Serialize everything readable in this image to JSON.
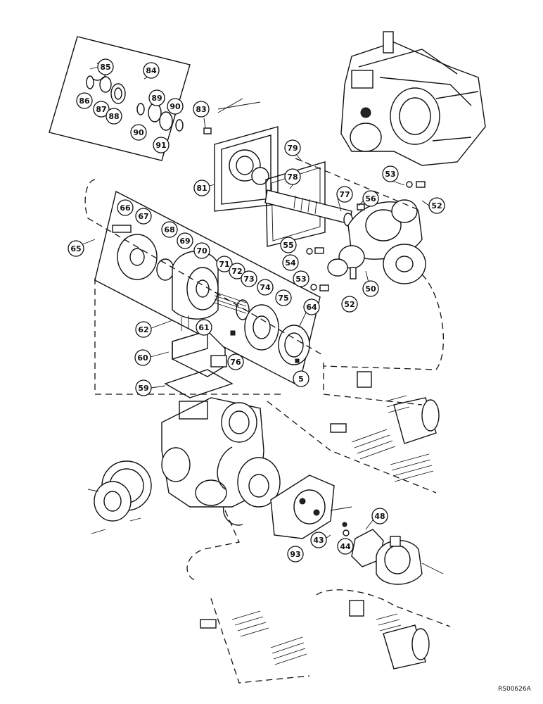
{
  "diagram": {
    "reference_code": "RS00626A",
    "callouts": [
      {
        "id": "c85",
        "label": "85"
      },
      {
        "id": "c84",
        "label": "84"
      },
      {
        "id": "c86",
        "label": "86"
      },
      {
        "id": "c87",
        "label": "87"
      },
      {
        "id": "c88",
        "label": "88"
      },
      {
        "id": "c89",
        "label": "89"
      },
      {
        "id": "c90a",
        "label": "90"
      },
      {
        "id": "c90b",
        "label": "90"
      },
      {
        "id": "c91",
        "label": "91"
      },
      {
        "id": "c83",
        "label": "83"
      },
      {
        "id": "c79",
        "label": "79"
      },
      {
        "id": "c78",
        "label": "78"
      },
      {
        "id": "c81",
        "label": "81"
      },
      {
        "id": "c77",
        "label": "77"
      },
      {
        "id": "c53a",
        "label": "53"
      },
      {
        "id": "c52a",
        "label": "52"
      },
      {
        "id": "c56",
        "label": "56"
      },
      {
        "id": "c66",
        "label": "66"
      },
      {
        "id": "c67",
        "label": "67"
      },
      {
        "id": "c68",
        "label": "68"
      },
      {
        "id": "c69",
        "label": "69"
      },
      {
        "id": "c70",
        "label": "70"
      },
      {
        "id": "c65",
        "label": "65"
      },
      {
        "id": "c55",
        "label": "55"
      },
      {
        "id": "c54",
        "label": "54"
      },
      {
        "id": "c71",
        "label": "71"
      },
      {
        "id": "c72",
        "label": "72"
      },
      {
        "id": "c73",
        "label": "73"
      },
      {
        "id": "c74",
        "label": "74"
      },
      {
        "id": "c75",
        "label": "75"
      },
      {
        "id": "c53b",
        "label": "53"
      },
      {
        "id": "c52b",
        "label": "52"
      },
      {
        "id": "c50",
        "label": "50"
      },
      {
        "id": "c64",
        "label": "64"
      },
      {
        "id": "c62",
        "label": "62"
      },
      {
        "id": "c61",
        "label": "61"
      },
      {
        "id": "c60",
        "label": "60"
      },
      {
        "id": "c76",
        "label": "76"
      },
      {
        "id": "c5",
        "label": "5"
      },
      {
        "id": "c59",
        "label": "59"
      },
      {
        "id": "c48",
        "label": "48"
      },
      {
        "id": "c43",
        "label": "43"
      },
      {
        "id": "c44",
        "label": "44"
      },
      {
        "id": "c93",
        "label": "93"
      }
    ]
  }
}
